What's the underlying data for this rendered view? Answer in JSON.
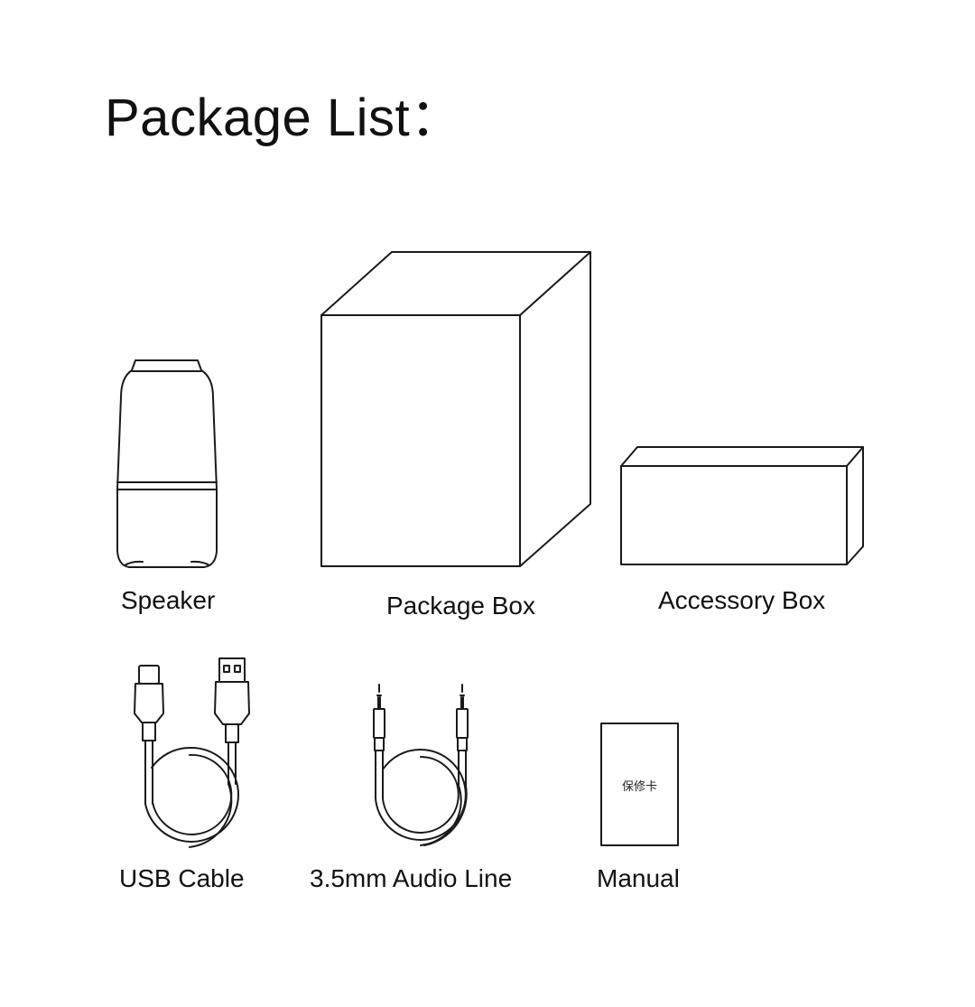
{
  "page": {
    "title": "Package List",
    "title_colon": "："
  },
  "items": [
    {
      "id": "speaker",
      "label": "Speaker",
      "icon": "speaker-icon"
    },
    {
      "id": "package-box",
      "label": "Package Box",
      "icon": "box-icon"
    },
    {
      "id": "accessory-box",
      "label": "Accessory Box",
      "icon": "box-icon"
    },
    {
      "id": "usb-cable",
      "label": "USB Cable",
      "icon": "usb-cable-icon"
    },
    {
      "id": "audio-line",
      "label": "3.5mm Audio Line",
      "icon": "audio-cable-icon"
    },
    {
      "id": "manual",
      "label": "Manual",
      "icon": "card-icon",
      "card_text": "保修卡"
    }
  ]
}
